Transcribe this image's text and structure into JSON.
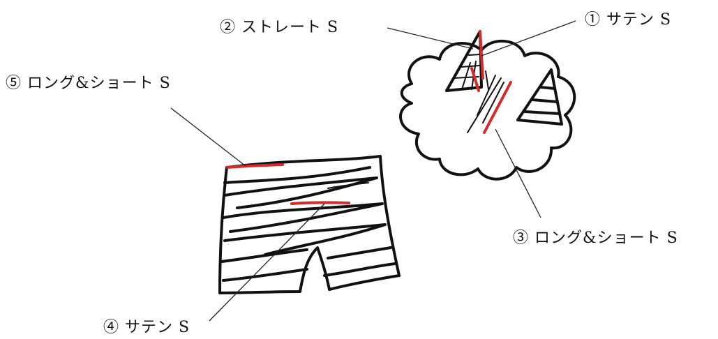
{
  "labels": {
    "satin_top": "① サテン S",
    "straight": "② ストレート S",
    "long_short_cloud": "③ ロング&ショート S",
    "satin_pants": "④ サテン S",
    "long_short_pants": "⑤ ロング&ショート S"
  },
  "colors": {
    "ink": "#111111",
    "stitch_highlight": "#d42a2a"
  }
}
